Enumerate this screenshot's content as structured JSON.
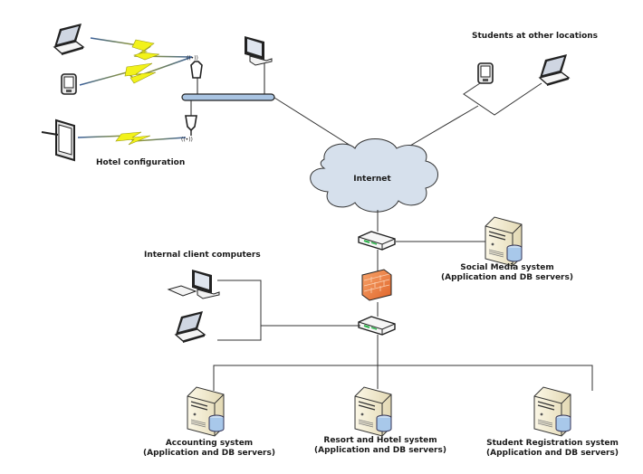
{
  "labels": {
    "hotel": "Hotel configuration",
    "students": "Students at other locations",
    "internet": "Internet",
    "internal_clients": "Internal client computers",
    "social_media_1": "Social Media system",
    "social_media_2": "(Application and DB servers)",
    "accounting_1": "Accounting system",
    "accounting_2": "(Application and DB servers)",
    "resort_1": "Resort and Hotel system",
    "resort_2": "(Application and DB servers)",
    "registration_1": "Student Registration system",
    "registration_2": "(Application and DB servers)"
  },
  "colors": {
    "cloud_fill": "#d6e0ec",
    "bus_fill": "#a9c4e2",
    "firewall": "#f28a48",
    "lightning": "#f2f21a",
    "server_body": "#f2ecd4",
    "db_fill": "#a8c8ea",
    "router_led": "#2bb34a"
  }
}
